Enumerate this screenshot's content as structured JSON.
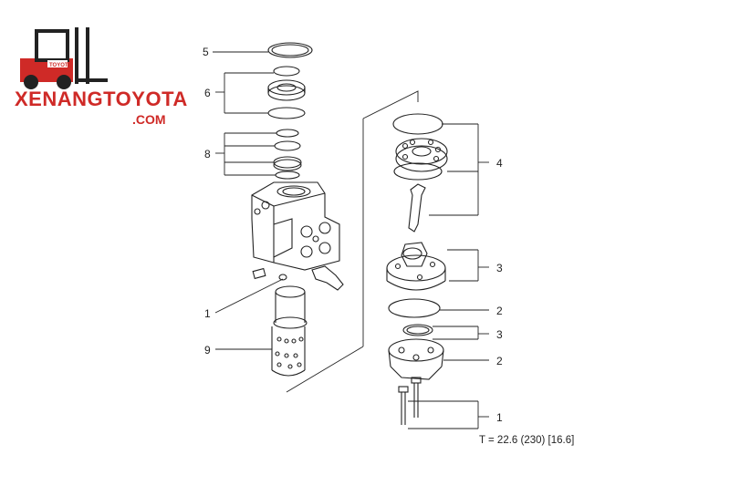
{
  "logo": {
    "brand": "XENANGTOYOTA",
    "domain": ".COM",
    "badge": "TOYOTA",
    "accent_color": "#cf2a27",
    "icon": "forklift-icon"
  },
  "callouts": {
    "left_5": "5",
    "left_6": "6",
    "left_8": "8",
    "left_1": "1",
    "left_9": "9",
    "right_4": "4",
    "right_3a": "3",
    "right_2a": "2",
    "right_3b": "3",
    "right_2b": "2",
    "right_1": "1"
  },
  "torque_note": "T = 22.6 (230) [16.6]"
}
